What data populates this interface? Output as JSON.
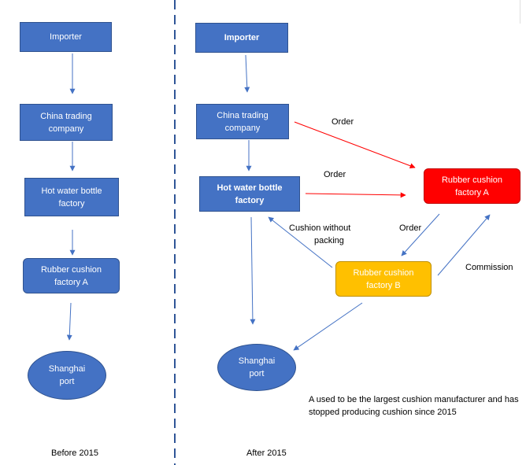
{
  "before": {
    "importer": "Importer",
    "china_trading": "China trading company",
    "hot_water": "Hot water bottle factory",
    "rubber_a": "Rubber cushion factory A",
    "shanghai": "Shanghai port",
    "caption": "Before 2015"
  },
  "after": {
    "importer": "Importer",
    "china_trading": "China trading company",
    "hot_water": "Hot water bottle factory",
    "rubber_a": "Rubber cushion factory A",
    "rubber_b": "Rubber cushion factory B",
    "shanghai": "Shanghai port",
    "caption": "After 2015",
    "order_1": "Order",
    "order_2": "Order",
    "order_3": "Order",
    "cushion_without": "Cushion without",
    "packing": "packing",
    "commission": "Commission",
    "note_line1": "A used to be the largest cushion manufacturer and has",
    "note_line2": "stopped producing cushion since 2015"
  },
  "colors": {
    "box_blue": "#4472c4",
    "factory_a_red": "#ff0000",
    "factory_b_yellow": "#ffc000",
    "arrow_blue": "#4472c4",
    "arrow_red": "#ff0000",
    "divider": "#2f5597"
  }
}
